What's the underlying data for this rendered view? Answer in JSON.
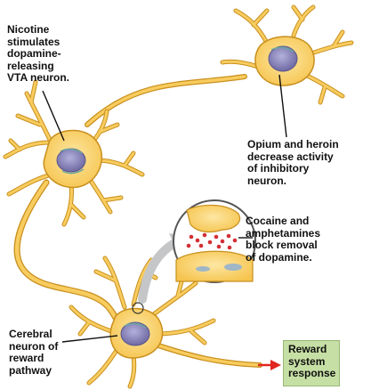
{
  "labels": {
    "nicotine": "Nicotine\nstimulates\ndopamine-\nreleasing\nVTA neuron.",
    "opium": "Opium and heroin\ndecrease activity\nof inhibitory\nneuron.",
    "cocaine": "Cocaine and\namphetamines\nblock removal\nof dopamine.",
    "cerebral": "Cerebral\nneuron of\nreward\npathway",
    "reward": "Reward\nsystem\nresponse"
  },
  "colors": {
    "neuron_fill": "#f8cc5e",
    "neuron_outline": "#c88f1d",
    "nucleus": "#8a86b8",
    "synapse_dots": "#d32e35",
    "reward_box": "#c6dfa4",
    "arrow_red": "#e0261f",
    "magnifier_arrow": "#c4c6c8"
  }
}
